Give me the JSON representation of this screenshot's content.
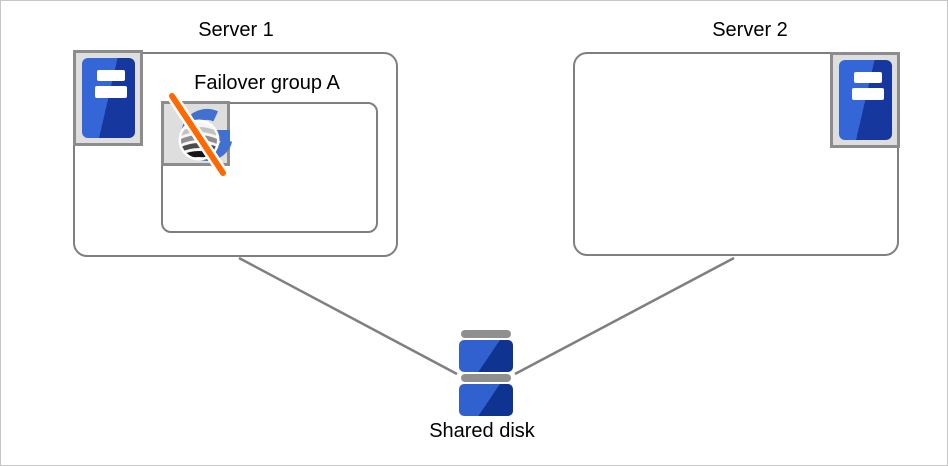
{
  "diagram": {
    "server1": {
      "label": "Server 1"
    },
    "server2": {
      "label": "Server 2"
    },
    "failover_group": {
      "label": "Failover group A"
    },
    "shared_disk": {
      "label": "Shared disk"
    }
  },
  "icons": {
    "server1": "server-icon",
    "server2": "server-icon",
    "failover_group": "group-g-icon-stopped-slash",
    "shared_disk": "stacked-disk-icon"
  },
  "connections": [
    {
      "from": "Server 1",
      "to": "Shared disk"
    },
    {
      "from": "Server 2",
      "to": "Shared disk"
    }
  ],
  "colors": {
    "node_border": "#7f7f7f",
    "connector": "#7f7f7f",
    "icon_panel_fill": "#dedede",
    "icon_panel_border": "#8c8c8c",
    "server_blue_light": "#3566d8",
    "server_blue_dark": "#16389e",
    "group_blue": "#4170ce",
    "slash_orange": "#ff6a00",
    "disk_blue_light": "#3061cf",
    "disk_blue_dark": "#0f3391",
    "disk_cap_gray": "#8f8f8f",
    "label_text": "#000000"
  }
}
